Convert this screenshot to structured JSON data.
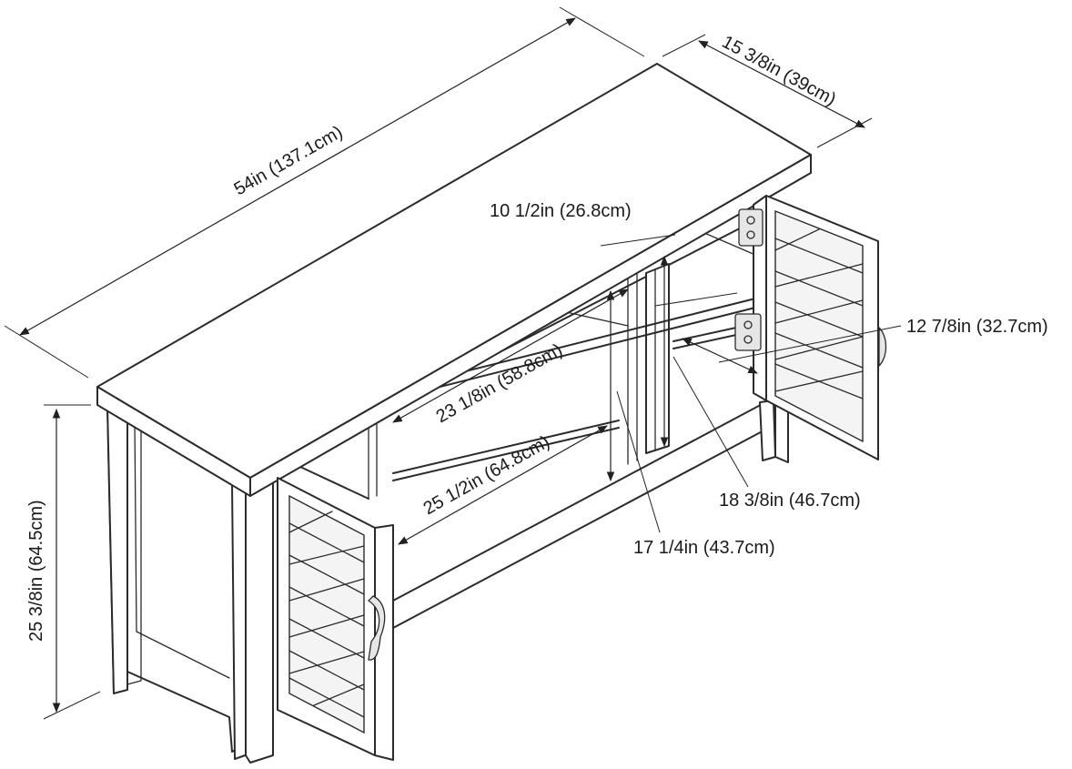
{
  "dimensions": {
    "width": "54in (137.1cm)",
    "depth": "15 3/8in (39cm)",
    "height": "25 3/8in (64.5cm)",
    "shelf_gap": "10 1/2in (26.8cm)",
    "cabinet_depth": "12 7/8in (32.7cm)",
    "inner_width": "23 1/8in (58.8cm)",
    "opening_width": "25 1/2in (64.8cm)",
    "opening_height": "17 1/4in (43.7cm)",
    "center_depth": "18 3/8in (46.7cm)"
  }
}
